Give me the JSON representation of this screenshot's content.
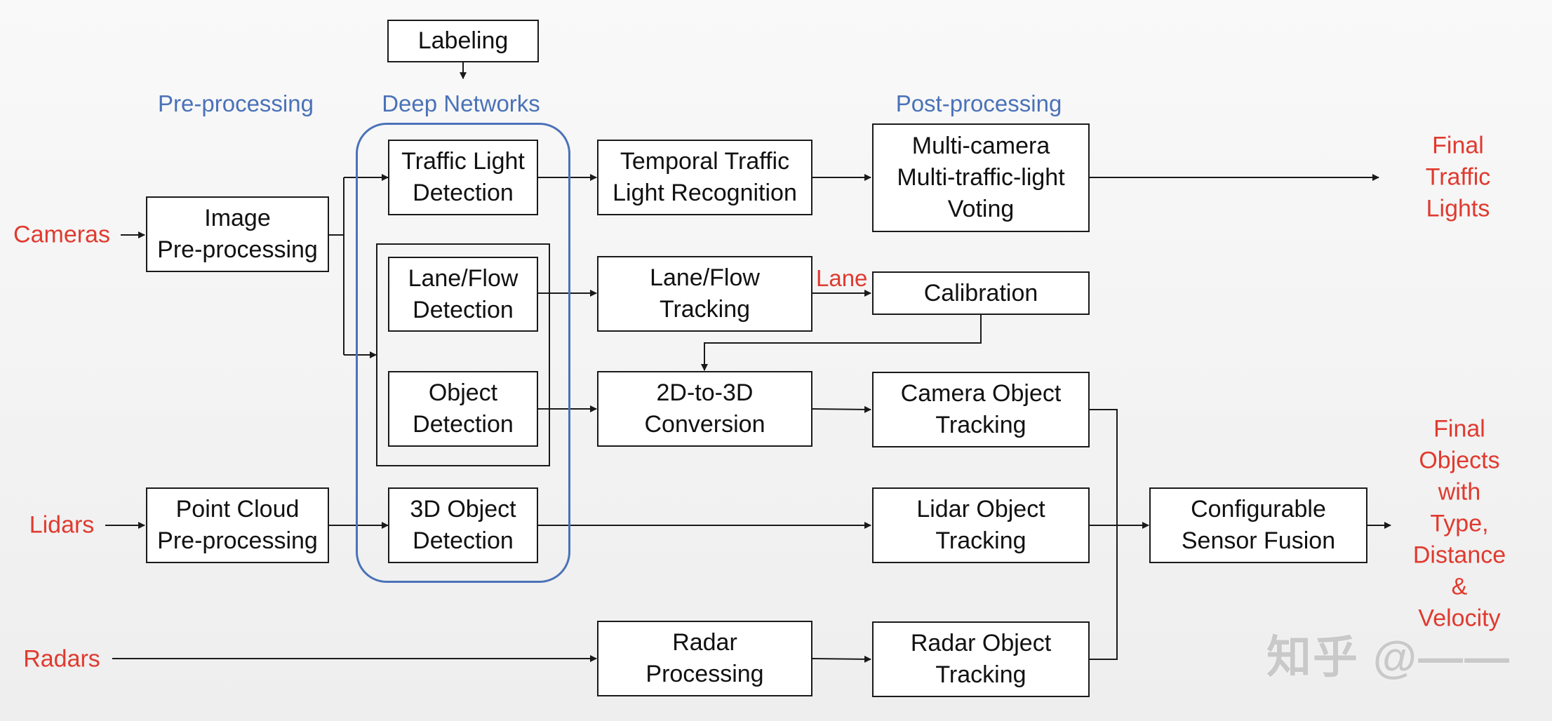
{
  "colors": {
    "heading": "#4a72b8",
    "red_label": "#e03a2f",
    "line": "#1a1a1a",
    "box_fill": "#ffffff",
    "watermark": "#c8c8c8"
  },
  "headers": {
    "preprocessing": "Pre-processing",
    "deep_networks": "Deep Networks",
    "postprocessing": "Post-processing"
  },
  "inputs": {
    "cameras": "Cameras",
    "lidars": "Lidars",
    "radars": "Radars"
  },
  "outputs": {
    "traffic_lights": "Final\nTraffic Lights",
    "objects": "Final Objects\nwith Type,\nDistance &\nVelocity"
  },
  "edge_labels": {
    "lane": "Lane"
  },
  "nodes": {
    "labeling": "Labeling",
    "image_preprocessing": "Image\nPre-processing",
    "pointcloud_preprocessing": "Point Cloud\nPre-processing",
    "traffic_light_detection": "Traffic Light\nDetection",
    "lane_flow_detection": "Lane/Flow\nDetection",
    "object_detection": "Object\nDetection",
    "object3d_detection": "3D Object\nDetection",
    "temporal_tl_recognition": "Temporal Traffic\nLight Recognition",
    "lane_flow_tracking": "Lane/Flow\nTracking",
    "conversion_2d_3d": "2D-to-3D\nConversion",
    "radar_processing": "Radar\nProcessing",
    "multicamera_voting": "Multi-camera\nMulti-traffic-light\nVoting",
    "calibration": "Calibration",
    "camera_object_tracking": "Camera Object\nTracking",
    "lidar_object_tracking": "Lidar Object\nTracking",
    "radar_object_tracking": "Radar Object\nTracking",
    "sensor_fusion": "Configurable\nSensor Fusion"
  },
  "watermark": "知乎 @——"
}
